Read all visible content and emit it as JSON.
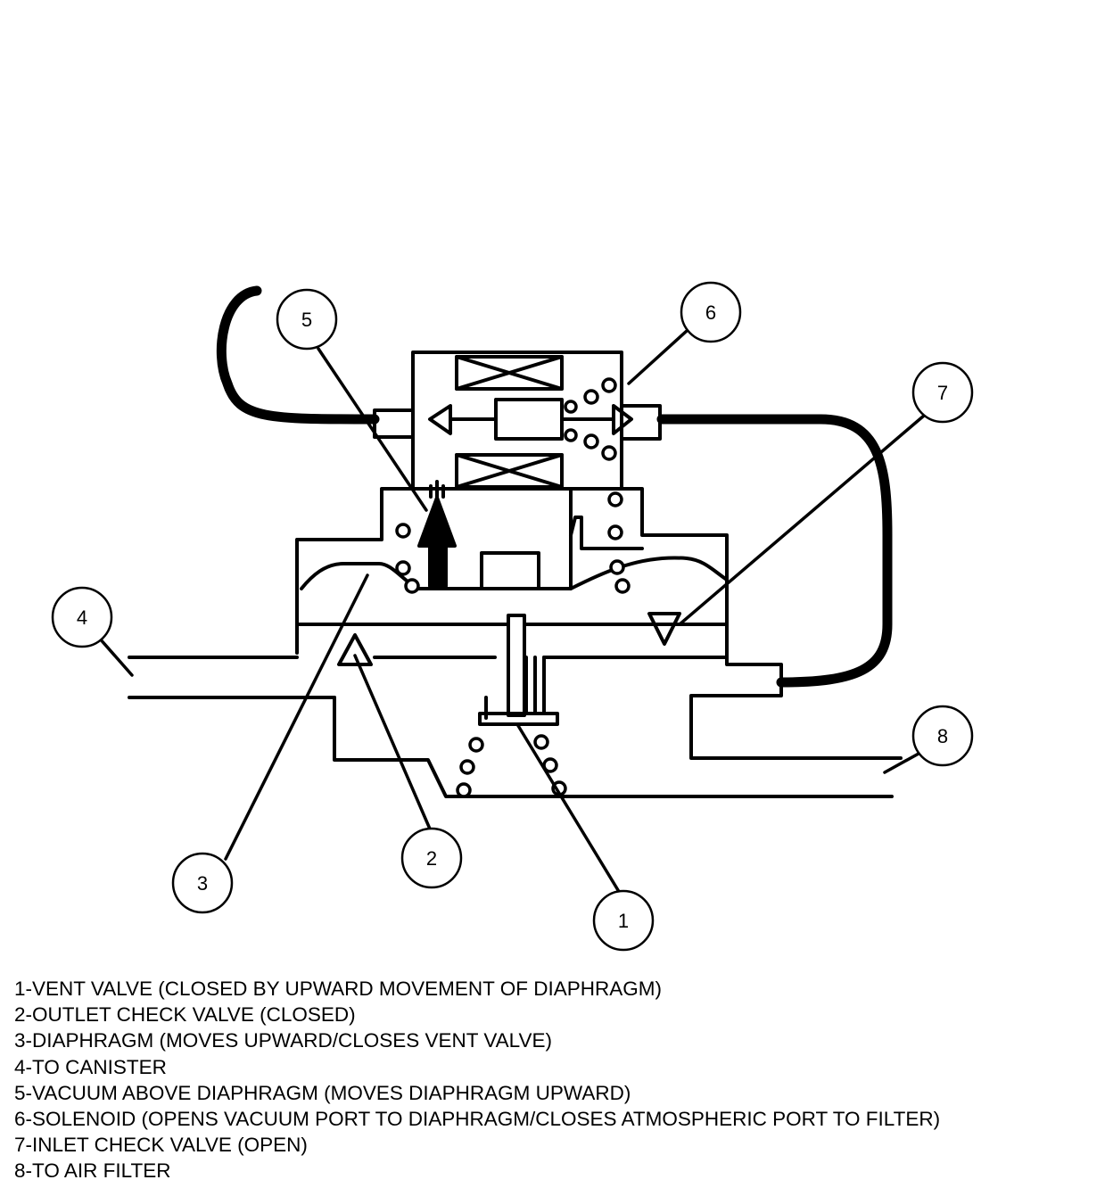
{
  "callouts": [
    "1",
    "2",
    "3",
    "4",
    "5",
    "6",
    "7",
    "8"
  ],
  "legend": [
    "1-VENT VALVE (CLOSED BY UPWARD MOVEMENT OF DIAPHRAGM)",
    "2-OUTLET CHECK VALVE (CLOSED)",
    "3-DIAPHRAGM (MOVES UPWARD/CLOSES VENT VALVE)",
    "4-TO CANISTER",
    "5-VACUUM ABOVE DIAPHRAGM (MOVES DIAPHRAGM UPWARD)",
    "6-SOLENOID (OPENS VACUUM PORT TO DIAPHRAGM/CLOSES ATMOSPHERIC PORT TO FILTER)",
    "7-INLET CHECK VALVE (OPEN)",
    "8-TO AIR FILTER"
  ],
  "colors": {
    "ink": "#000000",
    "paper": "#ffffff"
  }
}
